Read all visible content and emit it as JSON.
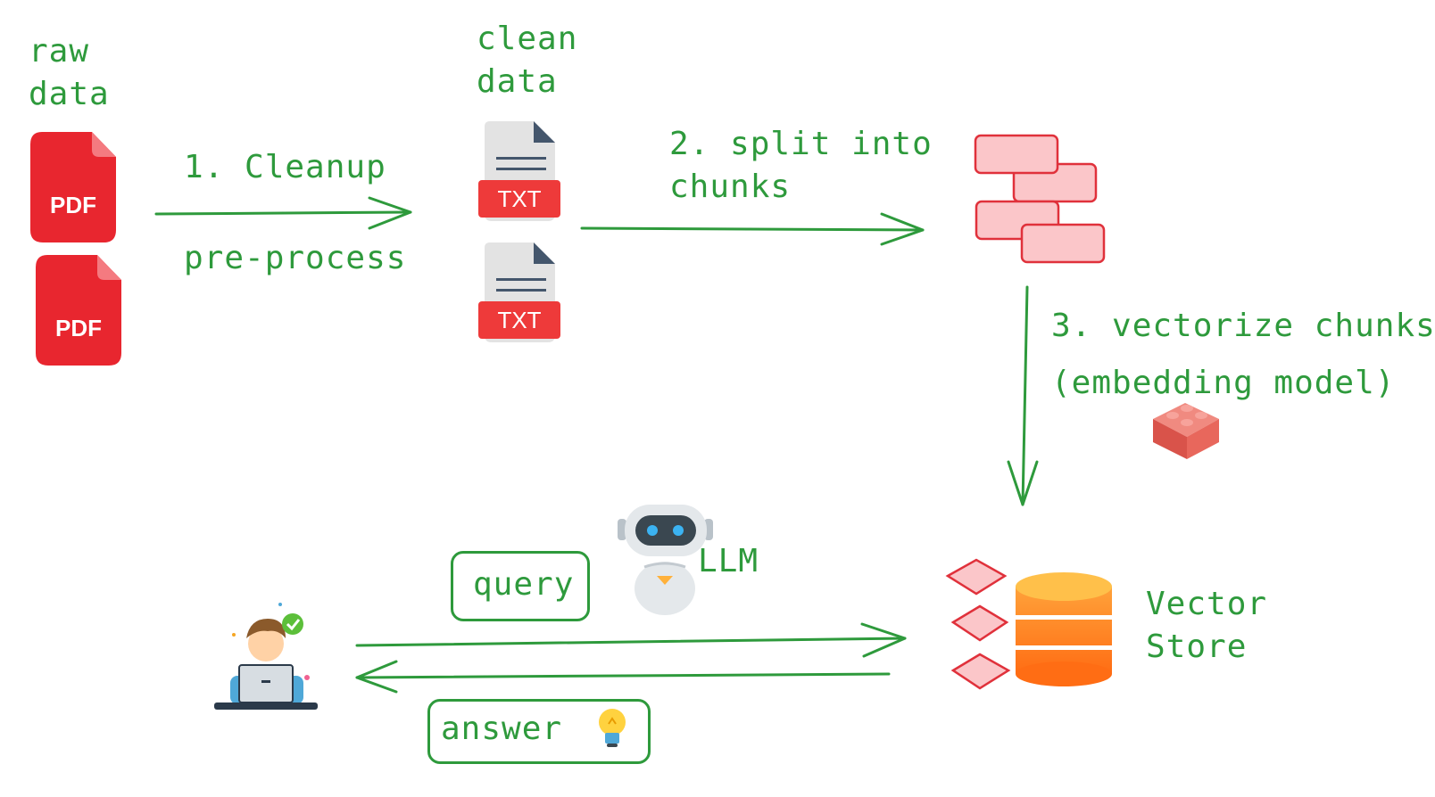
{
  "labels": {
    "raw_data": [
      "raw",
      "data"
    ],
    "clean_data": [
      "clean",
      "data"
    ],
    "step1": "1. Cleanup",
    "step1_sub": "pre-process",
    "step2": [
      "2. split into",
      "chunks"
    ],
    "step3": [
      "3. vectorize chunks",
      "(embedding model)"
    ],
    "llm": "LLM",
    "vector_store": [
      "Vector",
      "Store"
    ],
    "query": "query",
    "answer": "answer"
  },
  "files": {
    "pdf_badge": "PDF",
    "txt_badge": "TXT"
  },
  "colors": {
    "arrow": "#2e9a3c",
    "pdf": "#e8262f",
    "chunk_fill": "#fbc6c9",
    "chunk_stroke": "#e0313b",
    "db_orange": "#ff8a1e",
    "brick": "#e8675c"
  },
  "icons": {
    "user": "user-at-laptop-icon",
    "robot": "robot-icon",
    "bulb": "lightbulb-icon",
    "brick": "lego-brick-icon",
    "database": "database-icon"
  }
}
